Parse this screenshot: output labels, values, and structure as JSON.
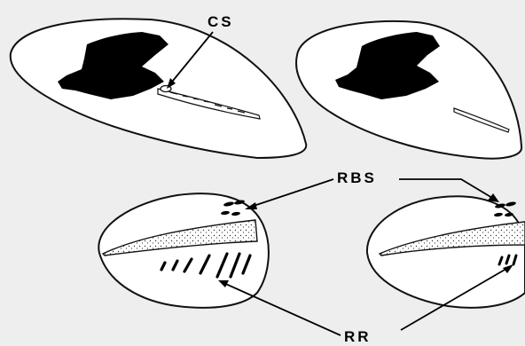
{
  "labels": {
    "cs": "CS",
    "rbs": "RBS",
    "rr": "RR"
  },
  "colors": {
    "background": "#eeeeee",
    "ink": "#000000",
    "outline": "#111111"
  }
}
